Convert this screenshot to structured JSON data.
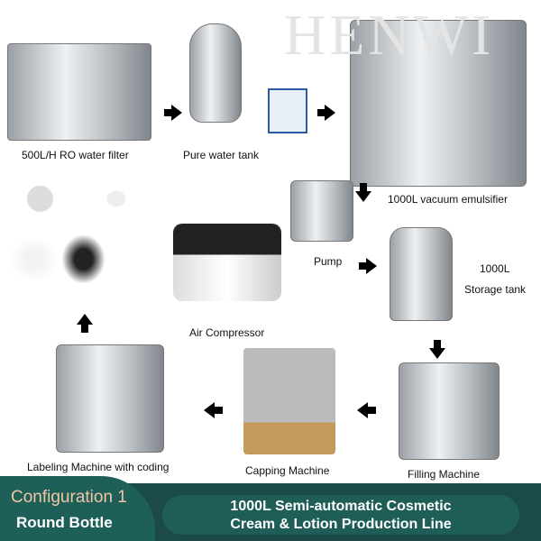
{
  "watermark": "HENWI",
  "steps": {
    "ro_filter": "500L/H RO water filter",
    "pure_water_tank": "Pure water tank",
    "emulsifier": "1000L vacuum emulsifier",
    "pump": "Pump",
    "air_compressor": "Air Compressor",
    "storage_tank_capacity": "1000L",
    "storage_tank": "Storage tank",
    "filling": "Filling Machine",
    "capping": "Capping Machine",
    "labeling": "Labeling Machine with coding"
  },
  "banner": {
    "configuration": "Configuration 1",
    "bottle_type": "Round Bottle",
    "title_line1": "1000L Semi-automatic Cosmetic",
    "title_line2": "Cream & Lotion Production Line"
  }
}
